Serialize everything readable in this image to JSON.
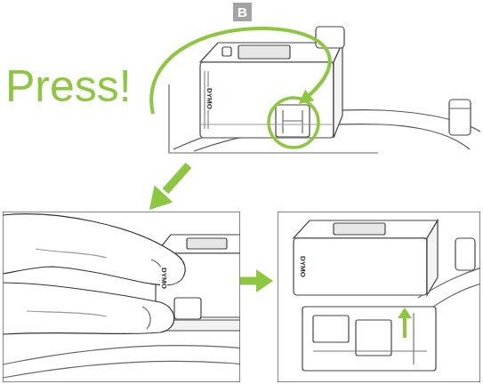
{
  "diagram": {
    "nodes": [
      {
        "text": [
          "B"
        ]
      }
    ],
    "labels": [
      "Press!",
      "DYMO",
      "DYMO",
      "DYMO"
    ]
  }
}
